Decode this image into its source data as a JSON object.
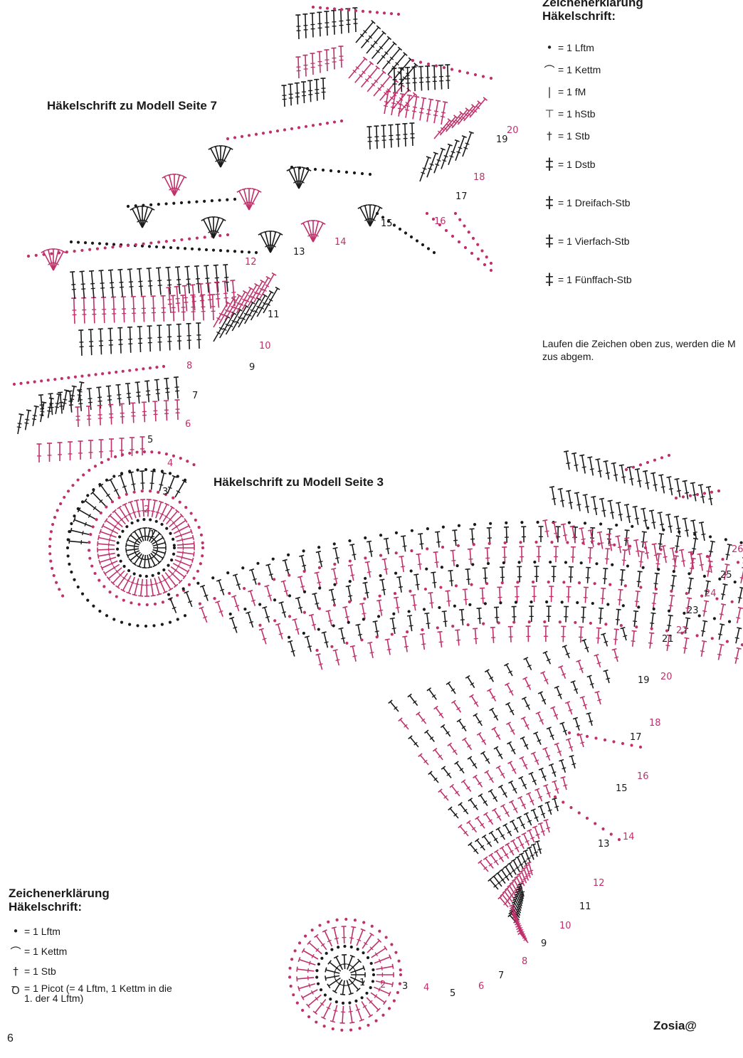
{
  "headings": {
    "model7": "Häkelschrift zu Modell Seite 7",
    "model3": "Häkelschrift zu Modell Seite 3"
  },
  "legend_top": {
    "title_line1": "Zeichenerklärung",
    "title_line2": "Häkelschrift:",
    "items": [
      {
        "symbol": "•",
        "label": "= 1 Lftm"
      },
      {
        "symbol": "⌒",
        "label": "= 1 Kettm"
      },
      {
        "symbol": "|",
        "label": "= 1 fM"
      },
      {
        "symbol": "⊤",
        "label": "= 1 hStb"
      },
      {
        "symbol": "†",
        "label": "= 1 Stb"
      },
      {
        "symbol": "‡",
        "label": "= 1 Dstb"
      },
      {
        "symbol": "‡",
        "label": "= 1 Dreifach-Stb"
      },
      {
        "symbol": "‡",
        "label": "= 1 Vierfach-Stb"
      },
      {
        "symbol": "‡",
        "label": "= 1 Fünffach-Stb"
      }
    ],
    "note": "Laufen die Zeichen oben zus, werden die M zus abgem."
  },
  "legend_bottom": {
    "title_line1": "Zeichenerklärung",
    "title_line2": "Häkelschrift:",
    "items": [
      {
        "symbol": "•",
        "label": "= 1 Lftm"
      },
      {
        "symbol": "⌒",
        "label": "= 1 Kettm"
      },
      {
        "symbol": "†",
        "label": "= 1 Stb"
      },
      {
        "symbol": "Ꝺ",
        "label": "= 1 Picot (= 4 Lftm, 1 Kettm in die 1. der 4 Lftm)"
      }
    ]
  },
  "page_number": "6",
  "signature": "Zosia@",
  "colors": {
    "black": "#1a1a1a",
    "magenta": "#c0306a"
  },
  "round_numbers_model7": [
    "1",
    "2",
    "3",
    "4",
    "5",
    "6",
    "7",
    "8",
    "9",
    "10",
    "11",
    "12",
    "13",
    "14",
    "15",
    "16",
    "17",
    "18",
    "19",
    "20"
  ],
  "round_numbers_model3": [
    "1",
    "2",
    "3",
    "4",
    "5",
    "6",
    "7",
    "8",
    "9",
    "10",
    "11",
    "12",
    "13",
    "14",
    "15",
    "16",
    "17",
    "18",
    "19",
    "20",
    "21",
    "22",
    "23",
    "24",
    "25",
    "26"
  ]
}
